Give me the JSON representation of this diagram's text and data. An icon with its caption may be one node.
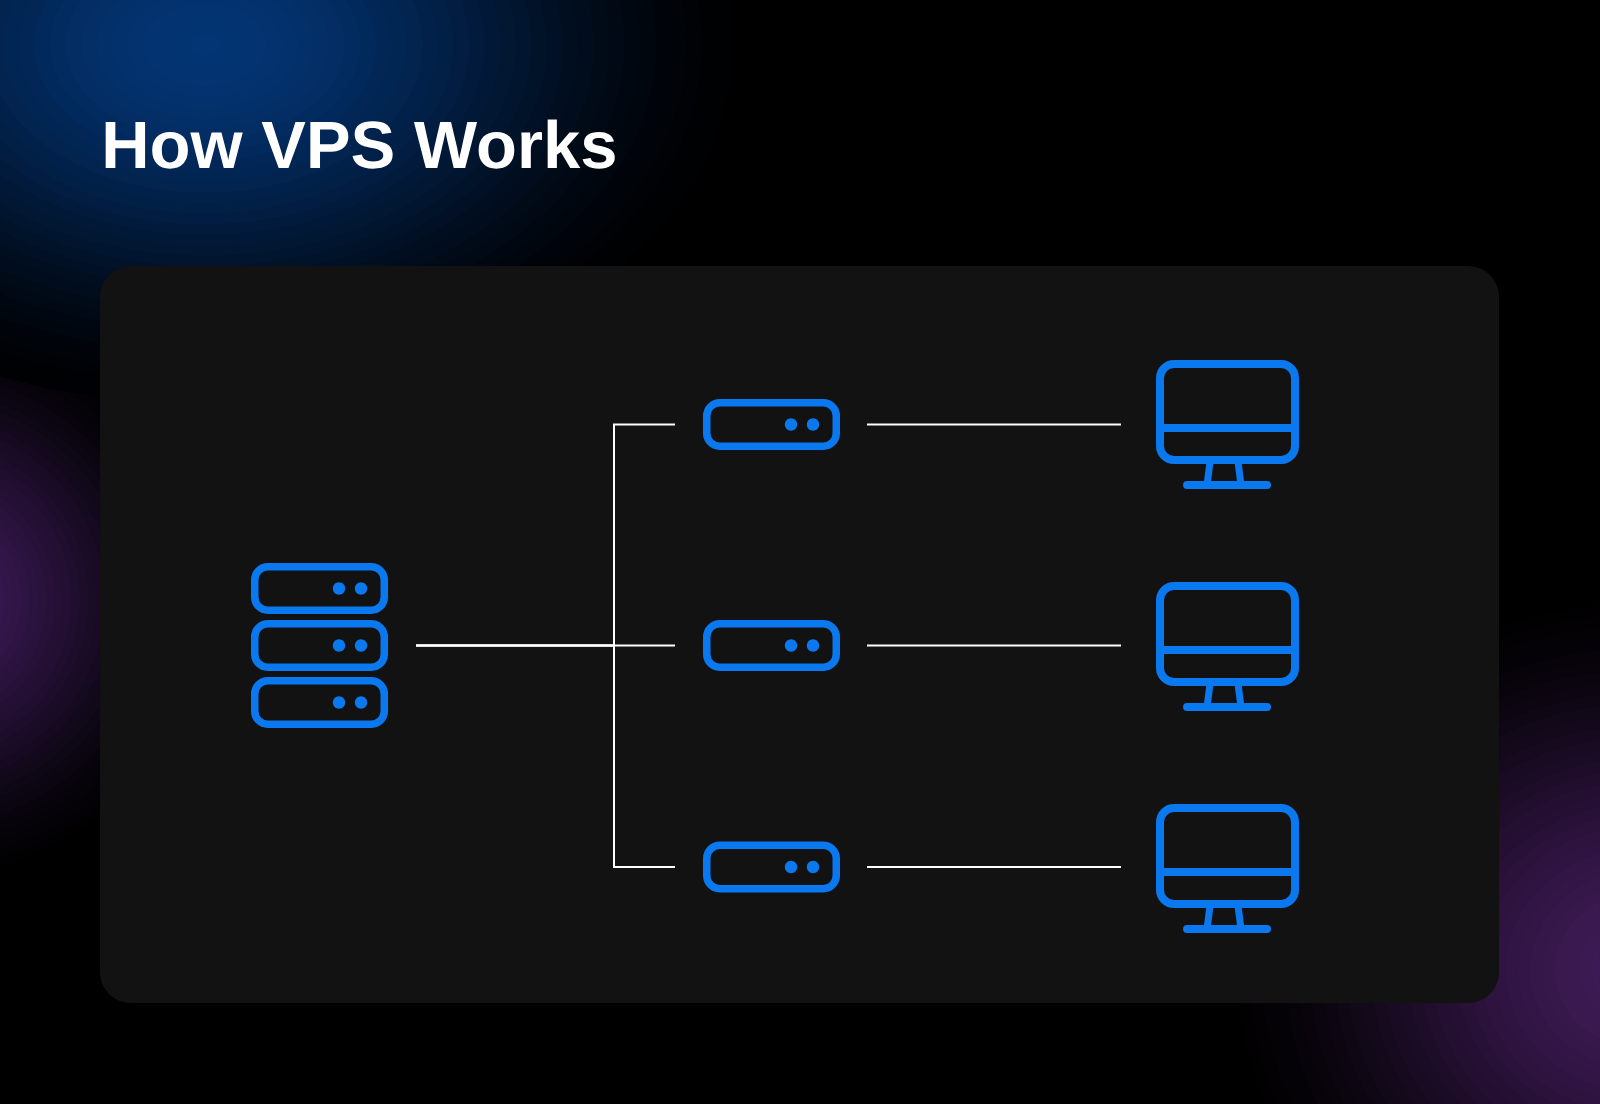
{
  "diagram": {
    "title": "How VPS Works",
    "nodes": [
      {
        "text": [],
        "shape": "picture"
      },
      {
        "text": [],
        "shape": "picture"
      },
      {
        "text": [],
        "shape": "picture"
      },
      {
        "text": [],
        "shape": "picture"
      },
      {
        "text": [],
        "shape": "picture"
      },
      {
        "text": [],
        "shape": "picture"
      },
      {
        "text": [],
        "shape": "picture"
      }
    ],
    "edges": [
      {
        "from": 0,
        "to": 1,
        "arrow": "none"
      },
      {
        "from": 0,
        "to": 2,
        "arrow": "none"
      },
      {
        "from": 0,
        "to": 3,
        "arrow": "none"
      },
      {
        "from": 1,
        "to": 4,
        "arrow": "none"
      },
      {
        "from": 2,
        "to": 5,
        "arrow": "none"
      },
      {
        "from": 3,
        "to": 6,
        "arrow": "none"
      }
    ]
  }
}
